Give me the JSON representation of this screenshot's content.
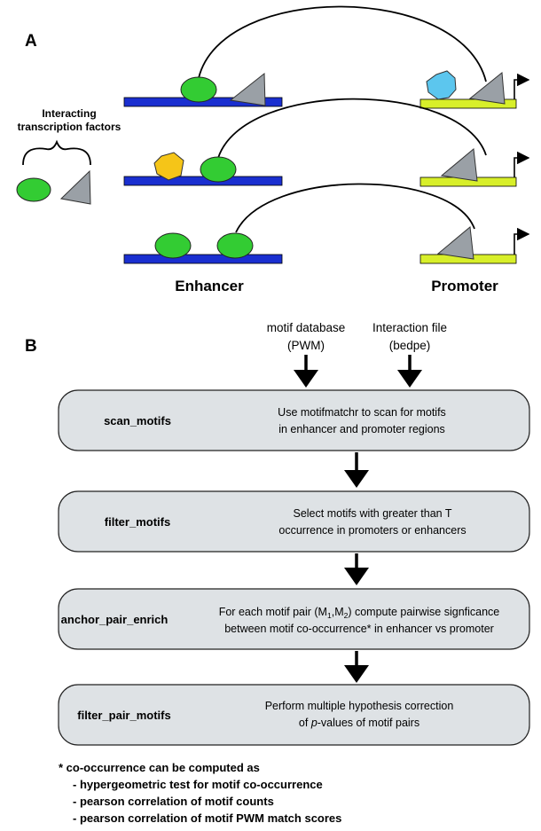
{
  "panel_a": {
    "label": "A",
    "tf_label_line1": "Interacting",
    "tf_label_line2": "transcription factors",
    "enhancer_label": "Enhancer",
    "promoter_label": "Promoter",
    "colors": {
      "dna": "#1a2fd0",
      "promoter": "#d8ef2a",
      "green_tf": "#33cc33",
      "gray_tf": "#9aa0a6",
      "blue_tf": "#5cc6ee",
      "yellow_tf": "#f5c518"
    }
  },
  "panel_b": {
    "label": "B",
    "inputs": [
      {
        "line1": "motif database",
        "line2": "(PWM)"
      },
      {
        "line1": "Interaction file",
        "line2": "(bedpe)"
      }
    ],
    "steps": [
      {
        "name": "scan_motifs",
        "desc1": "Use motifmatchr to scan for motifs",
        "desc2": "in enhancer and promoter regions"
      },
      {
        "name": "filter_motifs",
        "desc1": "Select motifs with greater than T",
        "desc2": "occurrence in promoters or enhancers"
      },
      {
        "name": "anchor_pair_enrich",
        "desc1a": "For each motif pair (M",
        "desc1b": "1",
        "desc1c": ",M",
        "desc1d": "2",
        "desc1e": ") compute pairwise signficance",
        "desc2": "between motif co-occurrence* in enhancer vs promoter"
      },
      {
        "name": "filter_pair_motifs",
        "desc1": "Perform multiple hypothesis correction",
        "desc2a": "of ",
        "desc2b": "p",
        "desc2c": "-values of motif pairs"
      }
    ],
    "footnote": {
      "title": "* co-occurrence can be computed as",
      "items": [
        "- hypergeometric test for motif co-occurrence",
        "- pearson correlation of motif counts",
        "- pearson correlation of motif PWM match scores"
      ]
    }
  }
}
